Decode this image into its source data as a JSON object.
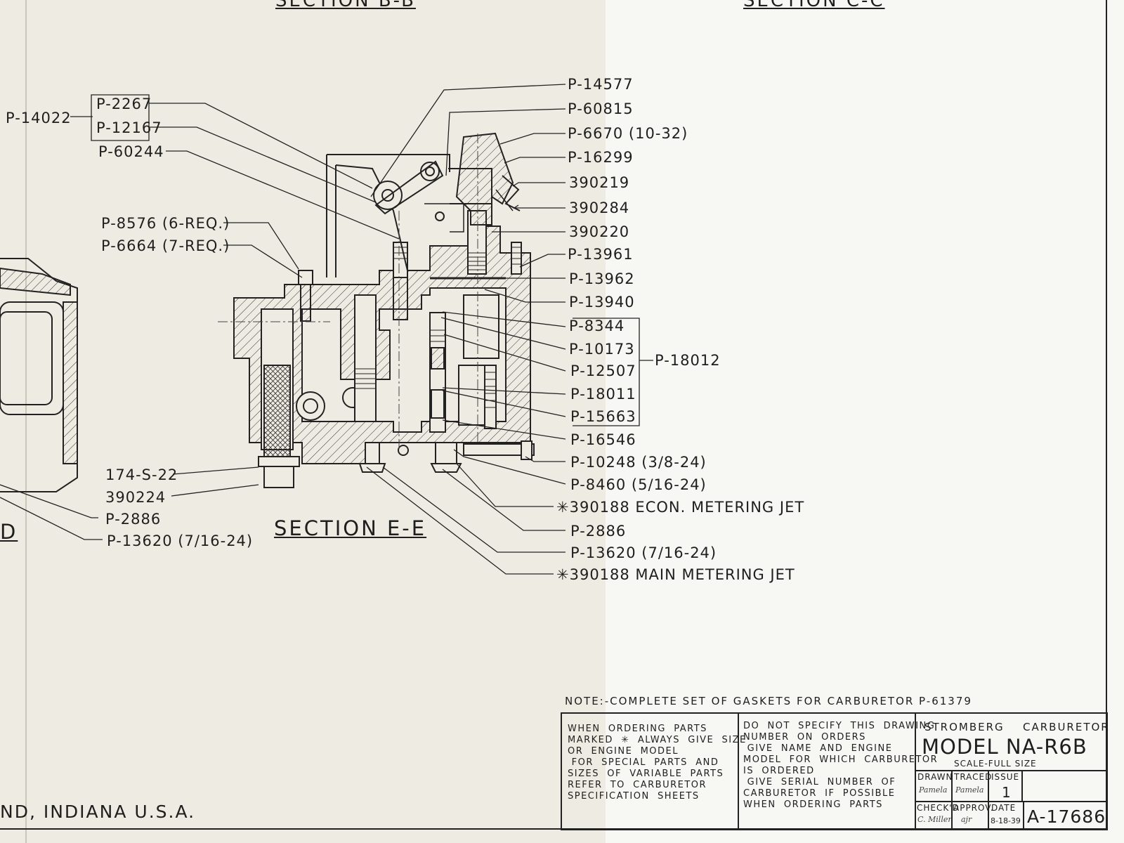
{
  "sections": {
    "top_left": "SECTION  B-B",
    "top_right": "SECTION  C-C",
    "main": "SECTION   E-E",
    "edge_letter": "D"
  },
  "labels_left": {
    "p14022": "P-14022",
    "p2267": "P-2267",
    "p12167": "P-12167",
    "p60244": "P-60244",
    "p8576": "P-8576 (6-REQ.)",
    "p6664": "P-6664 (7-REQ.)",
    "s174": "174-S-22",
    "n390224": "390224",
    "p2886a": "P-2886",
    "p13620a": "P-13620 (7/16-24)"
  },
  "labels_right": [
    "P-14577",
    "P-60815",
    "P-6670 (10-32)",
    "P-16299",
    "390219",
    "390284",
    "390220",
    "P-13961",
    "P-13962",
    "P-13940",
    "P-8344",
    "P-10173",
    "P-12507",
    "P-18011",
    "P-15663",
    "P-16546",
    "P-10248 (3/8-24)",
    "P-8460 (5/16-24)",
    "✳390188 ECON.  METERING  JET",
    "P-2886",
    "P-13620 (7/16-24)",
    "✳390188 MAIN  METERING  JET"
  ],
  "bracket_label": "P-18012",
  "note": "NOTE:-COMPLETE  SET  OF  GASKETS  FOR  CARBURETOR  P-61379",
  "title_block": {
    "ordering": "WHEN  ORDERING  PARTS\nMARKED  ✳  ALWAYS  GIVE  SIZE\nOR  ENGINE  MODEL\n FOR  SPECIAL  PARTS  AND\nSIZES  OF  VARIABLE  PARTS\nREFER  TO  CARBURETOR\nSPECIFICATION  SHEETS",
    "do_not": "DO  NOT  SPECIFY  THIS  DRAWING\nNUMBER  ON  ORDERS\n GIVE  NAME  AND  ENGINE\nMODEL  FOR  WHICH  CARBURETOR\nIS  ORDERED\n GIVE  SERIAL  NUMBER  OF\nCARBURETOR  IF  POSSIBLE\nWHEN  ORDERING  PARTS",
    "maker": "STROMBERG",
    "product": "CARBURETOR",
    "model": "MODEL   NA-R6B",
    "scale": "SCALE-FULL  SIZE",
    "drawn": "DRAWN",
    "traced": "TRACED",
    "issue": "ISSUE",
    "issue_no": "1",
    "checked": "CHECK'D",
    "approved": "APPROV.",
    "date_label": "DATE",
    "date": "8-18-39",
    "drawing_no": "A-17686",
    "sig_drawn": "Pamela",
    "sig_traced": "Pamela",
    "sig_check": "C. Miller",
    "sig_approv": "ajr"
  },
  "footer": "ND, INDIANA  U.S.A."
}
